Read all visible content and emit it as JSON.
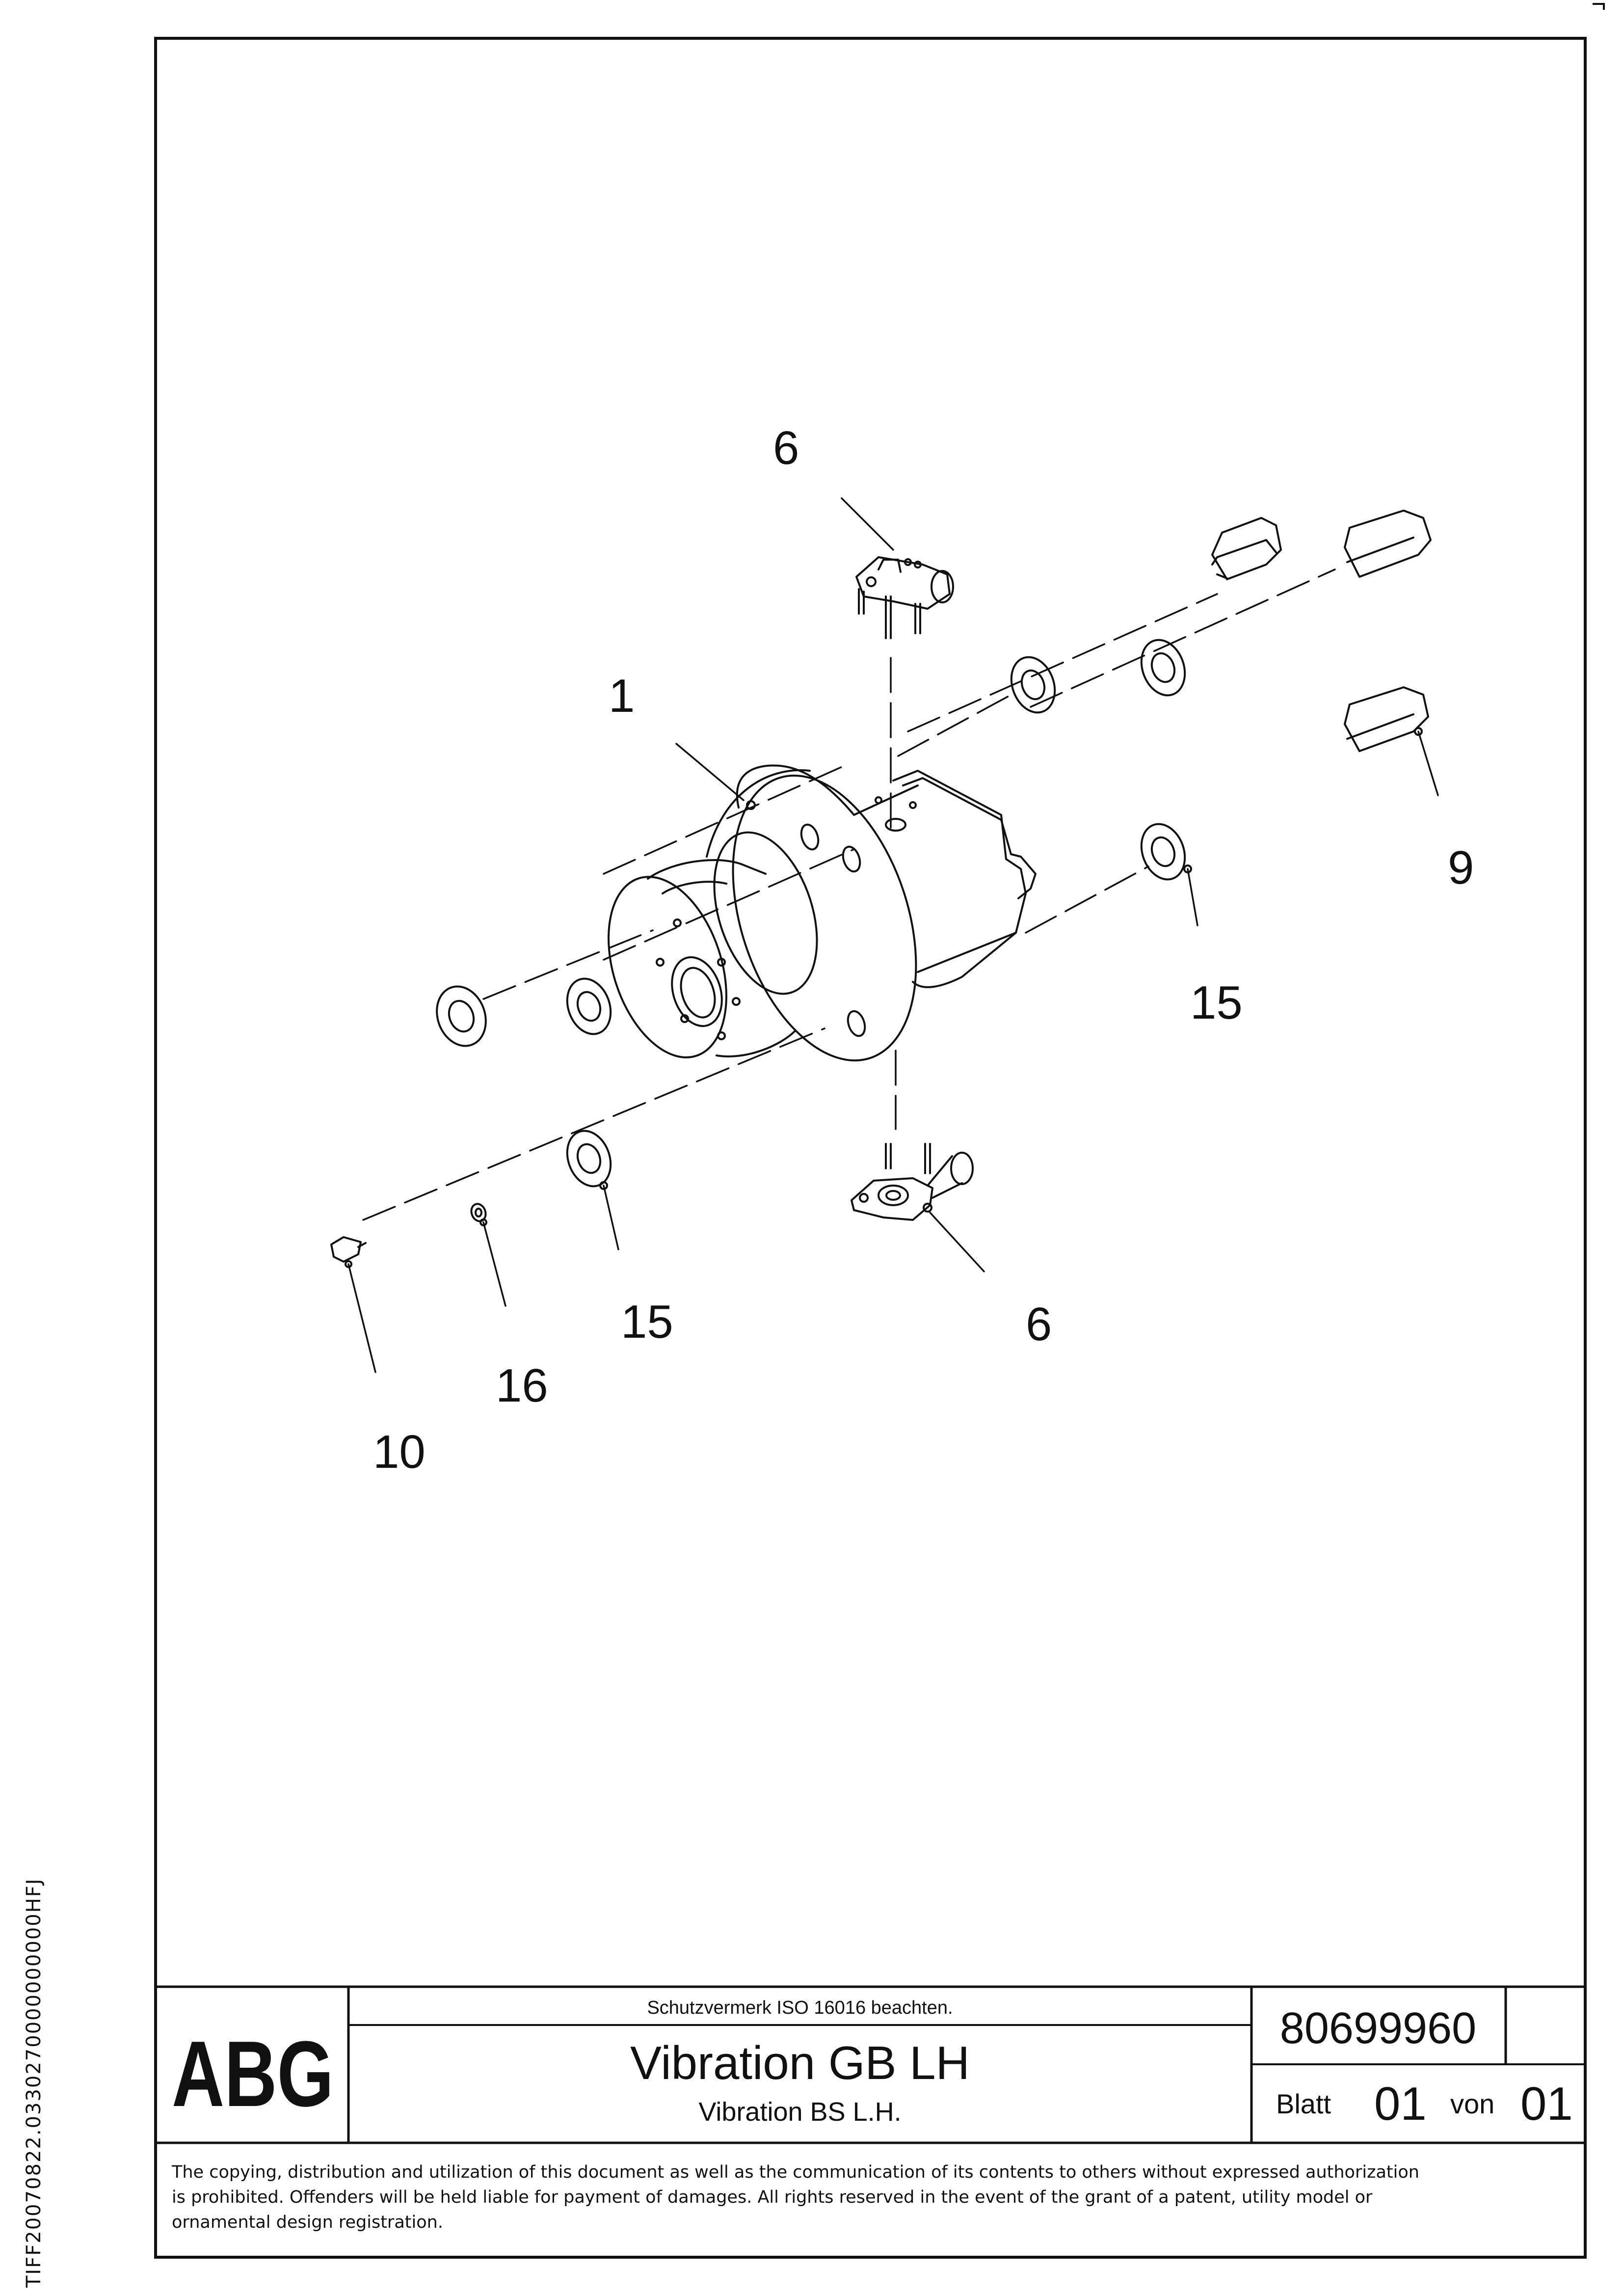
{
  "drawing": {
    "callouts": [
      {
        "id": "c6-top",
        "text": "6"
      },
      {
        "id": "c1",
        "text": "1"
      },
      {
        "id": "c9",
        "text": "9"
      },
      {
        "id": "c15-right",
        "text": "15"
      },
      {
        "id": "c15-left",
        "text": "15"
      },
      {
        "id": "c6-bottom",
        "text": "6"
      },
      {
        "id": "c16",
        "text": "16"
      },
      {
        "id": "c10",
        "text": "10"
      }
    ]
  },
  "title_block": {
    "logo": "ABG",
    "protection_note": "Schutzvermerk ISO 16016 beachten.",
    "title": "Vibration GB LH",
    "subtitle": "Vibration BS L.H.",
    "part_number": "80699960",
    "sheet_label": "Blatt",
    "sheet_number": "01",
    "of_label": "von",
    "sheet_total": "01"
  },
  "copyright_notice": [
    "The copying, distribution and utilization of this document as well as the communication of its contents to others without expressed authorization",
    "is prohibited. Offenders will be held liable for payment of damages. All rights reserved in the event of the grant of a patent, utility model or",
    "ornamental design registration."
  ],
  "side_code": "TIFF20070822.0330270000000000HFJ"
}
